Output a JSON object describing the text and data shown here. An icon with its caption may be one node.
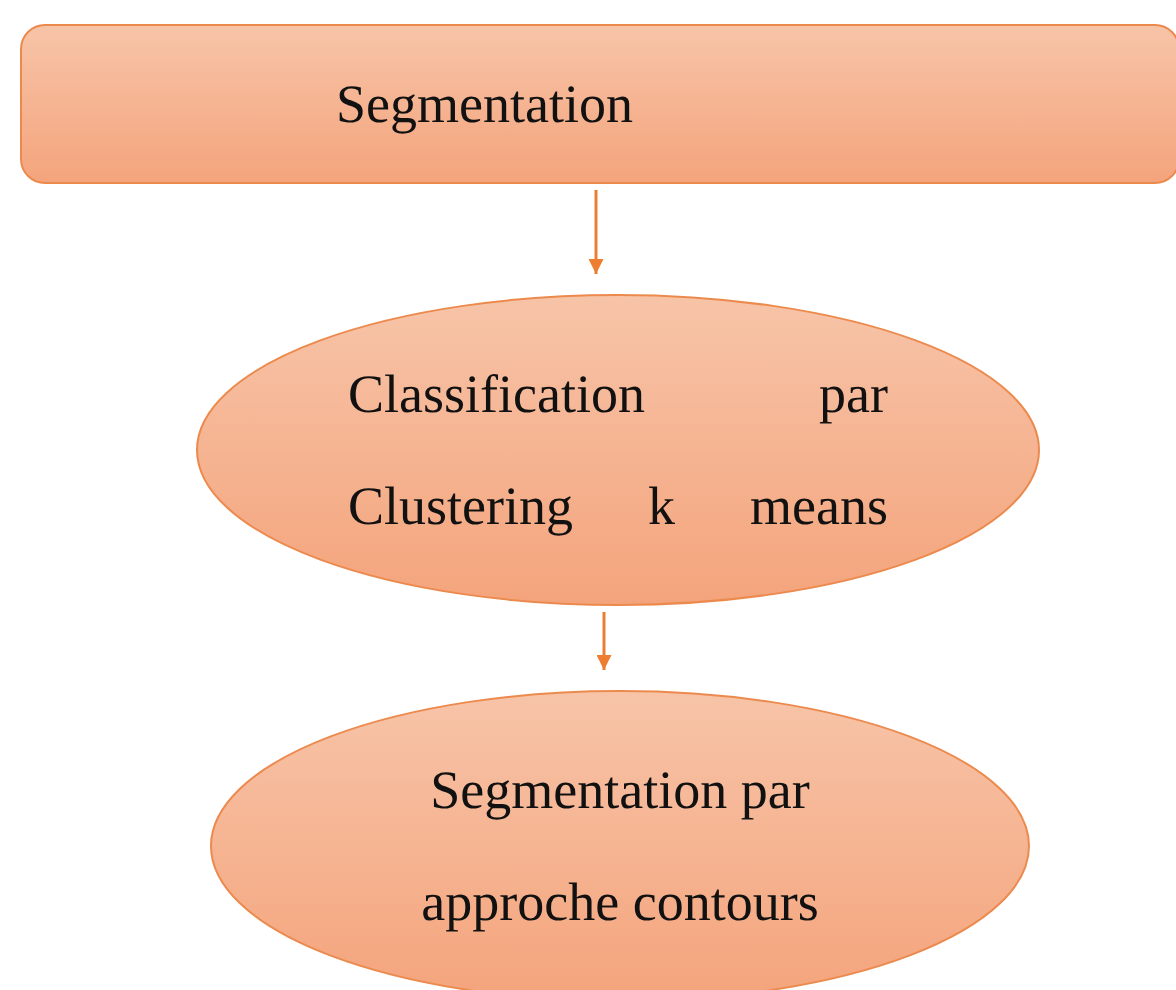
{
  "diagram": {
    "nodes": [
      {
        "text": [
          "Segmentation"
        ]
      },
      {
        "text": [
          "Classification par Clustering k means"
        ]
      },
      {
        "text": [
          "Segmentation par approche contours"
        ]
      }
    ],
    "edges": [
      {
        "from": 0,
        "to": 1,
        "arrow": "to"
      },
      {
        "from": 1,
        "to": 2,
        "arrow": "to"
      }
    ]
  }
}
